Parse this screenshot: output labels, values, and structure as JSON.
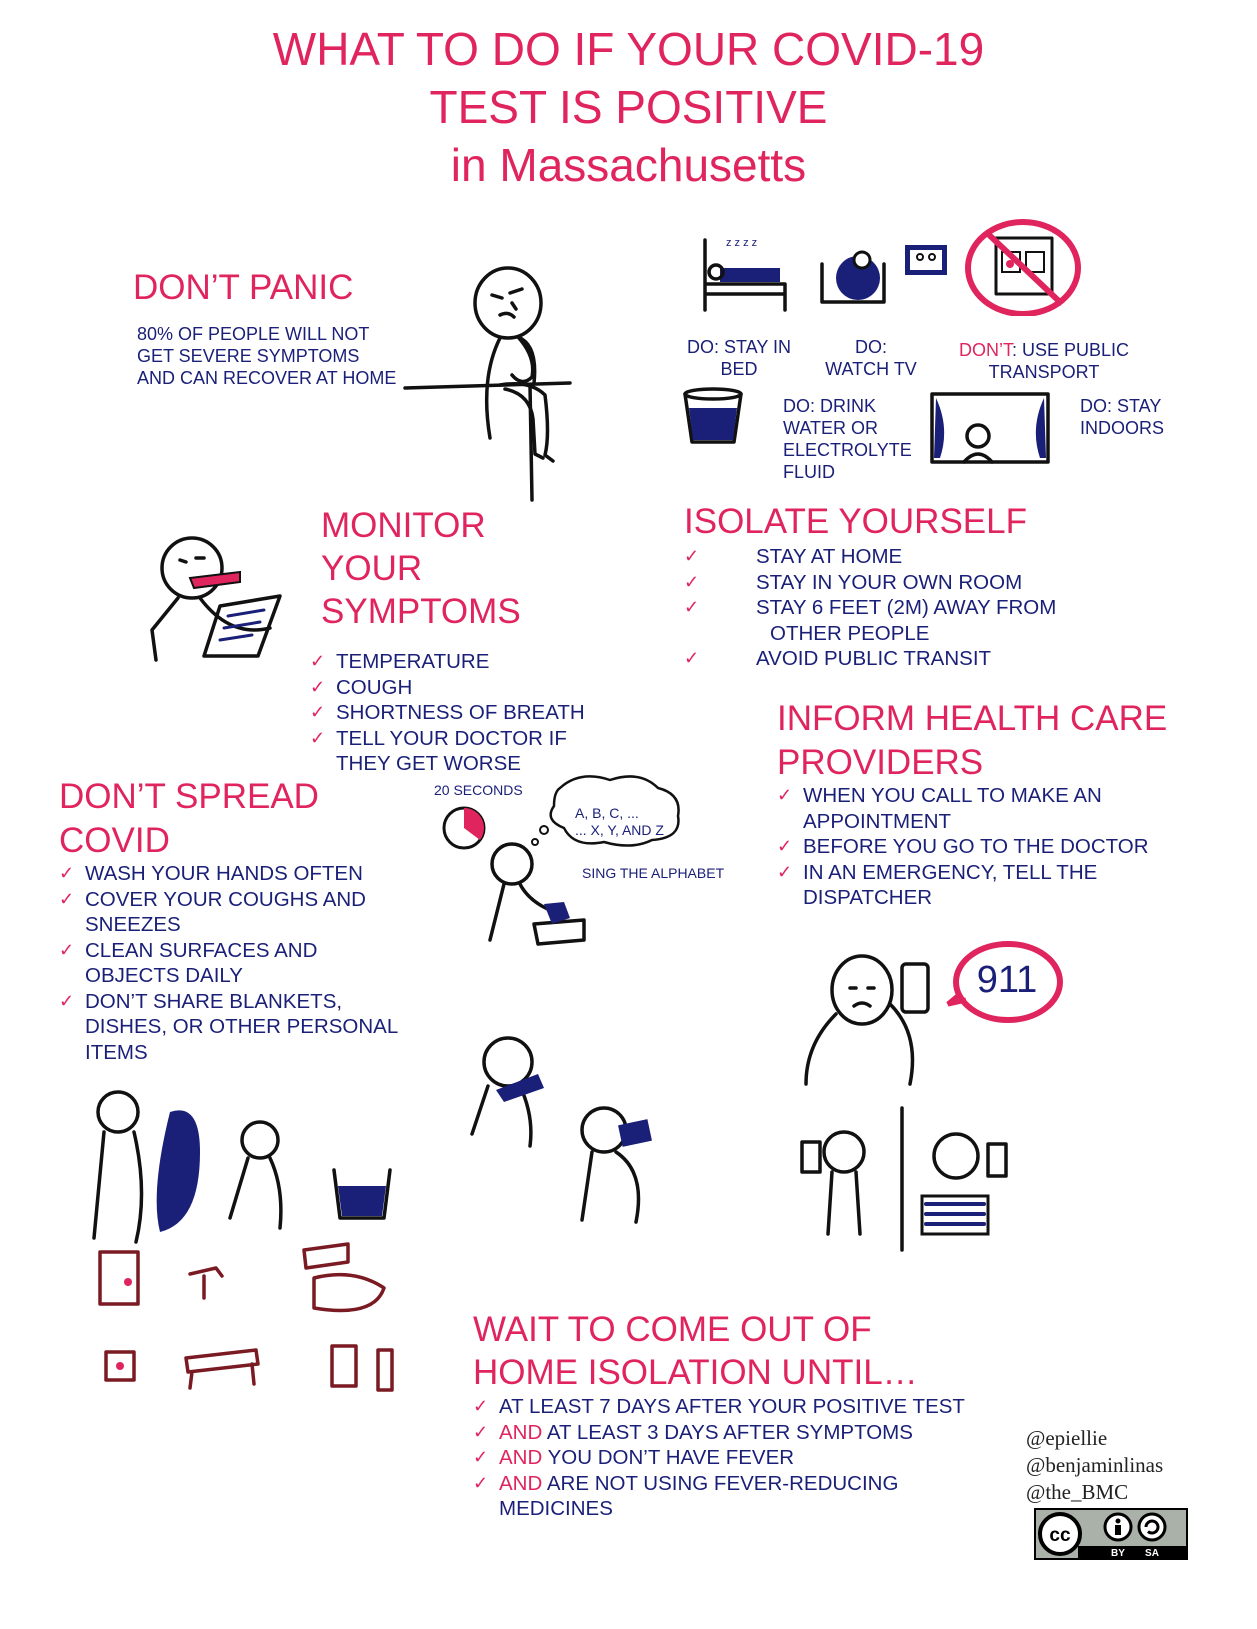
{
  "title": {
    "line1": "WHAT TO DO IF YOUR COVID-19",
    "line2": "TEST IS POSITIVE",
    "line3": "in Massachusetts"
  },
  "panic": {
    "heading": "DON’T PANIC",
    "lines": [
      "80% OF PEOPLE WILL NOT",
      "GET SEVERE SYMPTOMS",
      "AND CAN RECOVER AT HOME"
    ]
  },
  "dos": {
    "bed": [
      "DO: STAY IN",
      "BED"
    ],
    "tv": [
      "DO:",
      "WATCH TV"
    ],
    "transport_prefix": "DON’T",
    "transport_rest": ": USE PUBLIC",
    "transport_line2": "TRANSPORT",
    "drink": [
      "DO: DRINK",
      "WATER OR",
      "ELECTROLYTE",
      "FLUID"
    ],
    "indoors": [
      "DO: STAY",
      "INDOORS"
    ]
  },
  "monitor": {
    "heading": [
      "MONITOR",
      "YOUR",
      "SYMPTOMS"
    ],
    "items": [
      "TEMPERATURE",
      "COUGH",
      "SHORTNESS OF BREATH",
      "TELL YOUR DOCTOR IF",
      "THEY GET WORSE"
    ]
  },
  "isolate": {
    "heading": "ISOLATE YOURSELF",
    "items": [
      "STAY AT HOME",
      "STAY IN YOUR OWN ROOM",
      "STAY 6 FEET (2M) AWAY FROM",
      "OTHER PEOPLE",
      "AVOID PUBLIC TRANSIT"
    ]
  },
  "spread": {
    "heading": [
      "DON’T SPREAD",
      "COVID"
    ],
    "items": [
      "WASH YOUR HANDS OFTEN",
      "COVER YOUR COUGHS AND",
      "SNEEZES",
      "CLEAN SURFACES AND",
      "OBJECTS DAILY",
      "DON’T SHARE BLANKETS,",
      "DISHES, OR OTHER PERSONAL",
      "ITEMS"
    ]
  },
  "handwash": {
    "timer": "20 SECONDS",
    "bubble1": "A, B, C, ...",
    "bubble2": "... X, Y, AND Z",
    "caption": "SING THE ALPHABET"
  },
  "inform": {
    "heading": [
      "INFORM HEALTH CARE",
      "PROVIDERS"
    ],
    "items": [
      "WHEN YOU CALL TO MAKE AN",
      "APPOINTMENT",
      "BEFORE YOU GO TO THE DOCTOR",
      "IN AN EMERGENCY, TELL THE",
      "DISPATCHER"
    ],
    "emergency_number": "911"
  },
  "wait": {
    "heading": [
      "WAIT TO COME OUT OF",
      "HOME ISOLATION UNTIL…"
    ],
    "item1": "AT LEAST 7 DAYS AFTER YOUR POSITIVE TEST",
    "and_word": "AND",
    "item2": " AT LEAST 3 DAYS AFTER SYMPTOMS",
    "item3": " YOU DON’T HAVE FEVER",
    "item4": " ARE NOT USING FEVER-REDUCING",
    "item4b": "MEDICINES"
  },
  "handles": [
    "@epiellie",
    "@benjaminlinas",
    "@the_BMC"
  ],
  "license": {
    "cc": "cc",
    "by": "BY",
    "sa": "SA"
  },
  "colors": {
    "heading": "#e0255e",
    "text": "#1a1f78"
  }
}
